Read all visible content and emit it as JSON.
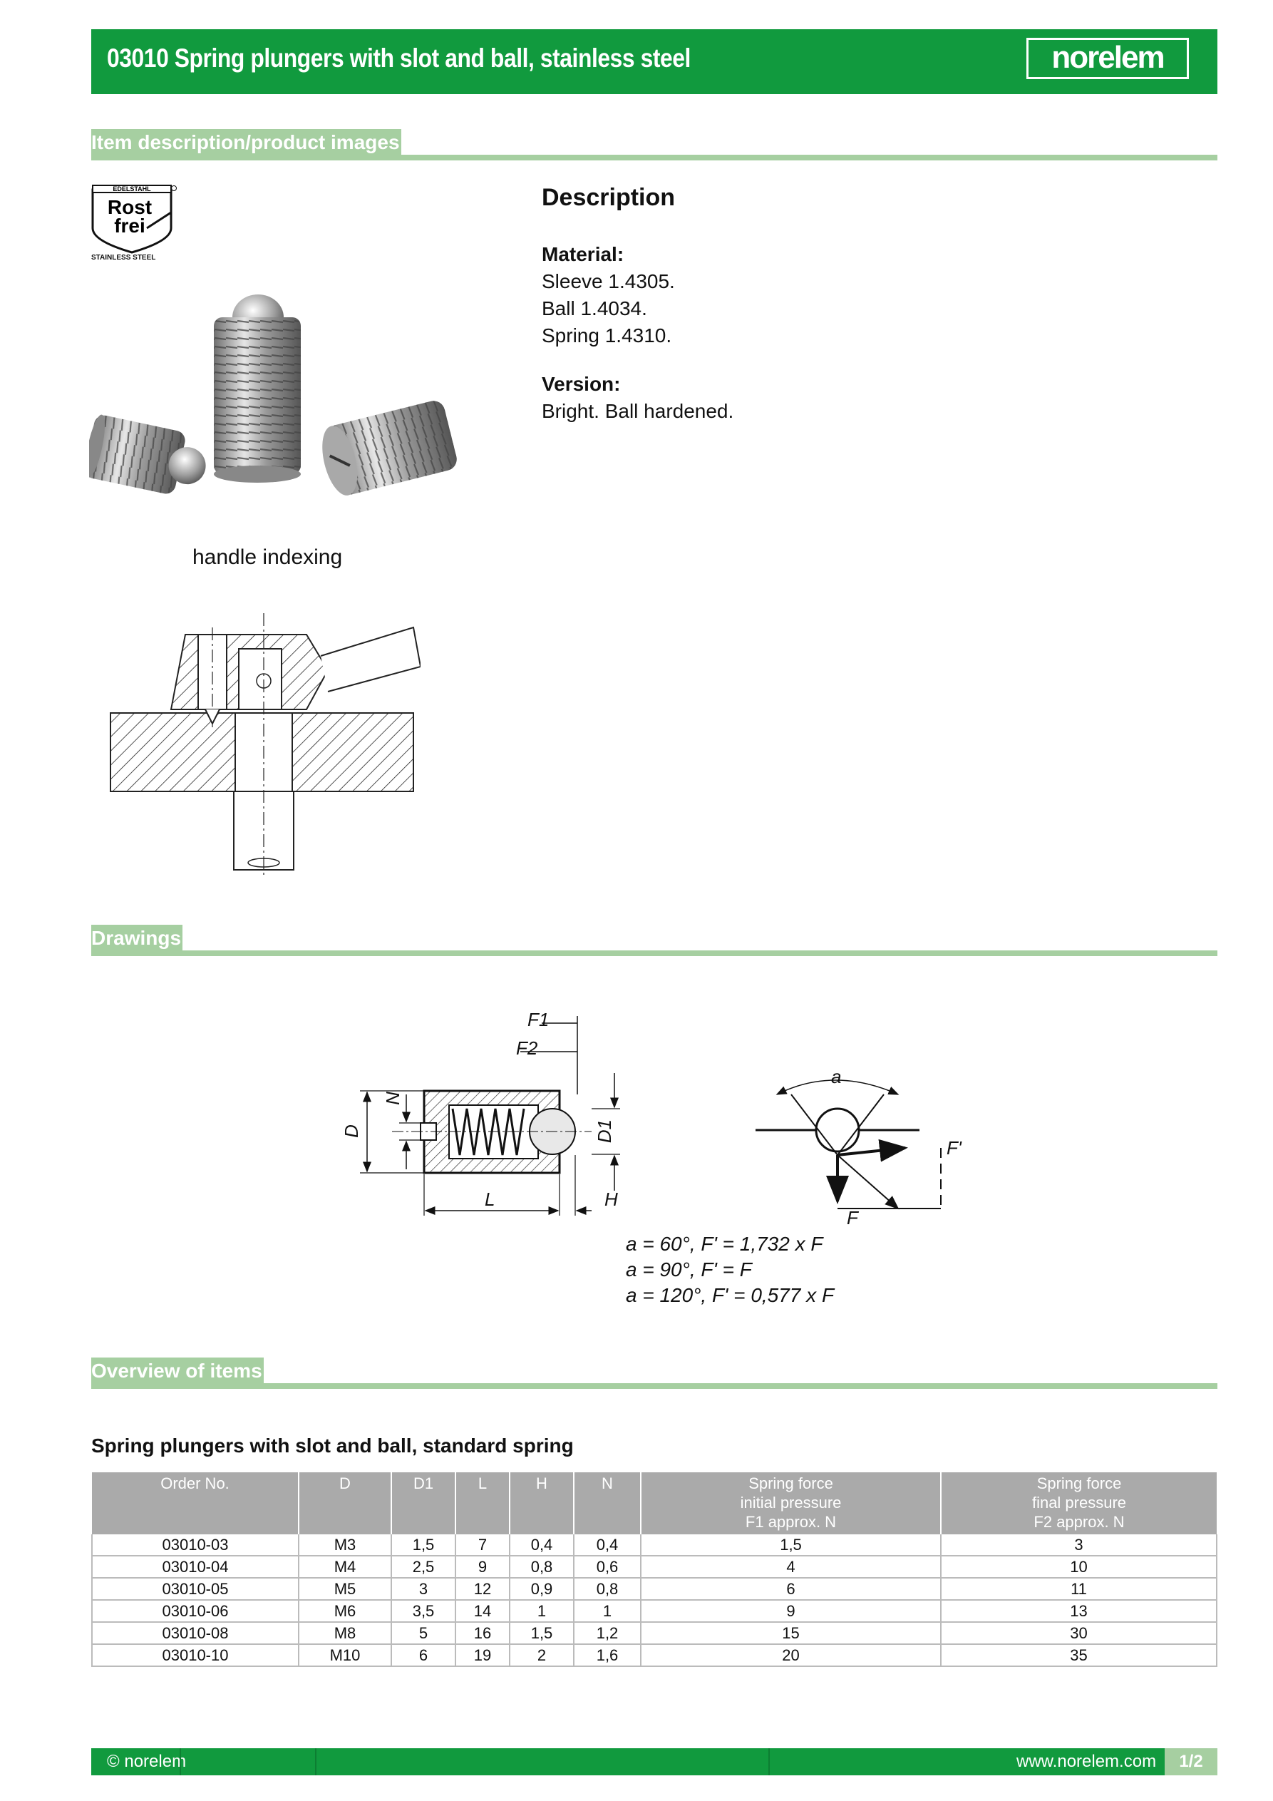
{
  "header": {
    "title": "03010 Spring plungers with slot and ball, stainless steel",
    "logo_text": "norelem",
    "color": "#119a3e"
  },
  "sections": {
    "item_description": "Item description/product images",
    "drawings": "Drawings",
    "overview": "Overview of items"
  },
  "badge": {
    "top": "EDELSTAHL",
    "line1": "Rost",
    "line2": "frei",
    "bottom": "STAINLESS STEEL"
  },
  "description": {
    "heading": "Description",
    "material_label": "Material:",
    "material_lines": [
      "Sleeve 1.4305.",
      "Ball 1.4034.",
      "Spring 1.4310."
    ],
    "version_label": "Version:",
    "version_lines": [
      "Bright. Ball hardened."
    ]
  },
  "image_caption": "handle indexing",
  "drawing": {
    "labels": {
      "F1": "F1",
      "F2": "F2",
      "D": "D",
      "N": "N",
      "D1": "D1",
      "L": "L",
      "H": "H",
      "a": "a",
      "Fprime": "F'",
      "F": "F"
    },
    "formulas": [
      "a = 60°, F' = 1,732 x F",
      "a = 90°, F' = F",
      "a = 120°, F' = 0,577 x F"
    ]
  },
  "table": {
    "title": "Spring plungers with slot and ball, standard spring",
    "columns": [
      [
        "Order No."
      ],
      [
        "D"
      ],
      [
        "D1"
      ],
      [
        "L"
      ],
      [
        "H"
      ],
      [
        "N"
      ],
      [
        "Spring force",
        "initial pressure",
        "F1 approx. N"
      ],
      [
        "Spring force",
        "final pressure",
        "F2 approx. N"
      ]
    ],
    "rows": [
      [
        "03010-03",
        "M3",
        "1,5",
        "7",
        "0,4",
        "0,4",
        "1,5",
        "3"
      ],
      [
        "03010-04",
        "M4",
        "2,5",
        "9",
        "0,8",
        "0,6",
        "4",
        "10"
      ],
      [
        "03010-05",
        "M5",
        "3",
        "12",
        "0,9",
        "0,8",
        "6",
        "11"
      ],
      [
        "03010-06",
        "M6",
        "3,5",
        "14",
        "1",
        "1",
        "9",
        "13"
      ],
      [
        "03010-08",
        "M8",
        "5",
        "16",
        "1,5",
        "1,2",
        "15",
        "30"
      ],
      [
        "03010-10",
        "M10",
        "6",
        "19",
        "2",
        "1,6",
        "20",
        "35"
      ]
    ]
  },
  "footer": {
    "copyright": "© norelem",
    "website": "www.norelem.com",
    "page": "1/2"
  },
  "colors": {
    "brand_green": "#119a3e",
    "section_green": "#a6cfa1",
    "table_header_gray": "#aaaaaa"
  }
}
